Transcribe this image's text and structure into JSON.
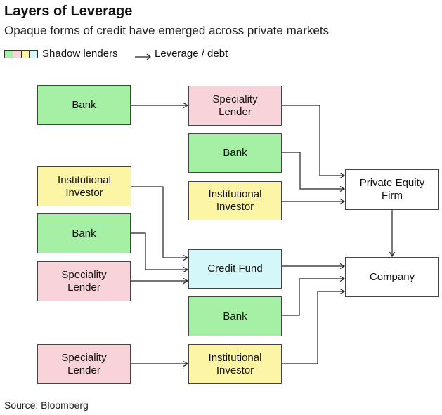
{
  "title": "Layers of Leverage",
  "subtitle": "Opaque forms of credit have emerged across private markets",
  "legend": {
    "shadow_label": "Shadow lenders",
    "arrow_label": "Leverage / debt",
    "swatch_colors": [
      "#a6f0a6",
      "#f9d3da",
      "#fdf5a6",
      "#d4f7f9"
    ]
  },
  "colors": {
    "bank": "#a6f0a6",
    "speciality": "#f9d3da",
    "institutional": "#fdf5a6",
    "credit_fund": "#d4f7f9",
    "neutral": "#ffffff"
  },
  "nodes": {
    "bank_1": "Bank",
    "speciality_1": "Speciality\nLender",
    "bank_2": "Bank",
    "institutional_1": "Institutional\nInvestor",
    "institutional_2": "Institutional\nInvestor",
    "private_equity": "Private Equity\nFirm",
    "bank_3": "Bank",
    "credit_fund": "Credit Fund",
    "speciality_2": "Speciality\nLender",
    "company": "Company",
    "bank_4": "Bank",
    "speciality_3": "Speciality\nLender",
    "institutional_3": "Institutional\nInvestor"
  },
  "source": "Source: Bloomberg"
}
